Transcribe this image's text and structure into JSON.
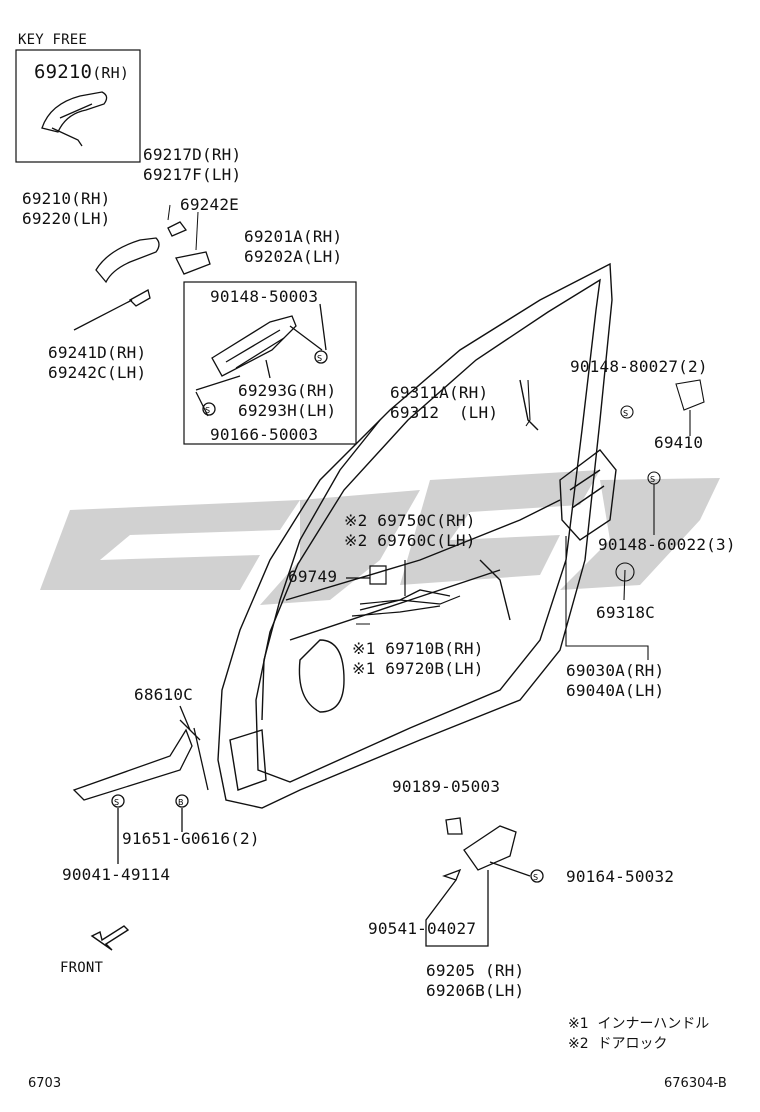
{
  "keyfree_label": "KEY FREE",
  "front_label": "FRONT",
  "parts": {
    "p69210_kf": "69210",
    "p69210_kf_suf": "(RH)",
    "p69217": [
      "69217D(RH)",
      "69217F(LH)"
    ],
    "p69242E": "69242E",
    "p69210_rh": "69210(RH)",
    "p69220_lh": "69220(LH)",
    "p69201": [
      "69201A(RH)",
      "69202A(LH)"
    ],
    "p90148_50003": "90148-50003",
    "p69293": [
      "69293G(RH)",
      "69293H(LH)"
    ],
    "p90166_50003": "90166-50003",
    "p69241": [
      "69241D(RH)",
      "69242C(LH)"
    ],
    "p69311": [
      "69311A(RH)",
      "69312  (LH)"
    ],
    "p90148_80027": "90148-80027(2)",
    "p69410": "69410",
    "p90148_60022": "90148-60022(3)",
    "p69750": [
      "※2 69750C(RH)",
      "※2 69760C(LH)"
    ],
    "p69749": "69749",
    "p69318C": "69318C",
    "p69710": [
      "※1 69710B(RH)",
      "※1 69720B(LH)"
    ],
    "p69030": [
      "69030A(RH)",
      "69040A(LH)"
    ],
    "p68610C": "68610C",
    "p90189_05003": "90189-05003",
    "p91651": "91651-G0616(2)",
    "p90164_50032": "90164-50032",
    "p90041_49114": "90041-49114",
    "p90541_04027": "90541-04027",
    "p69205": [
      "69205 (RH)",
      "69206B(LH)"
    ]
  },
  "notes": [
    "※1  インナーハンドル",
    "※2  ドアロック"
  ],
  "footer": {
    "left": "6703",
    "right": "676304-B"
  }
}
